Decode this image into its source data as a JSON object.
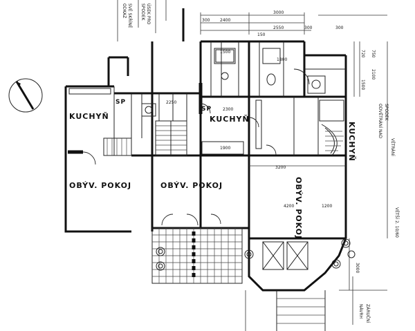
{
  "rooms": {
    "kitchen_left": "KUCHYŇ",
    "kitchen_center": "KUCHYŇ",
    "kitchen_right": "KUCHYŇ",
    "living_left": "OBÝV. POKOJ",
    "living_center": "OBÝV. POKOJ",
    "living_right": "OBÝV. POKOJ",
    "sp_left": "SP",
    "sp_center": "SP"
  },
  "dimensions": {
    "top_3000": "3000",
    "top_2400": "2400",
    "top_2550": "2550",
    "top_150": "150",
    "top_300a": "300",
    "top_300b": "300",
    "top_300c": "300",
    "top_1500": "1500",
    "mid_2300": "2300",
    "mid_1900": "1900",
    "mid_3200": "3200",
    "right_3000": "3000",
    "right_720": "720",
    "right_1500": "1500",
    "right_750": "750",
    "right_2100": "2100",
    "small_1800": "1800",
    "small_1200": "1200",
    "small_4200": "4200",
    "small_2250": "2250"
  },
  "notes": {
    "top_left_a": "SPODEK",
    "top_left_b": "ÚSEK PRO",
    "top_left_c": "ODKAZ",
    "top_left_d": "SVĚ SKŘÍNĚ",
    "right_a": "ODVĚTRÁNÍ NAD",
    "right_b": "SPODEK",
    "right_c": "VĚTRÁNÍ",
    "right_d": "VĚTŠÍ 2. 10/60",
    "right_e": "ZÁRUČNÍ",
    "right_f": "NÁVRH"
  }
}
